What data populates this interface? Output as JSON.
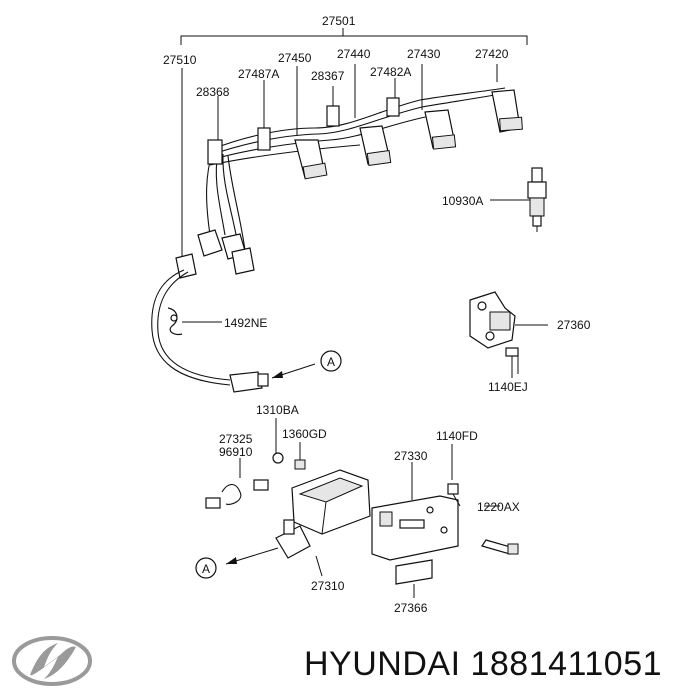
{
  "labels": {
    "p27501": "27501",
    "p27510": "27510",
    "p27450": "27450",
    "p27440": "27440",
    "p27430": "27430",
    "p27420": "27420",
    "p27487a": "27487A",
    "p28367": "28367",
    "p27482a": "27482A",
    "p28368": "28368",
    "p10930a": "10930A",
    "p27360": "27360",
    "p1492ne": "1492NE",
    "p1140ej": "1140EJ",
    "p1310ba": "1310BA",
    "p27325": "27325",
    "p96910": "96910",
    "p1360gd": "1360GD",
    "p1140fd": "1140FD",
    "p27330": "27330",
    "p1220ax": "1220AX",
    "p27310": "27310",
    "p27366": "27366",
    "refA_top": "A",
    "refA_bottom": "A"
  },
  "footer": {
    "brand_text": "HYUNDAI 1881411051",
    "logo": "hyundai-logo"
  }
}
